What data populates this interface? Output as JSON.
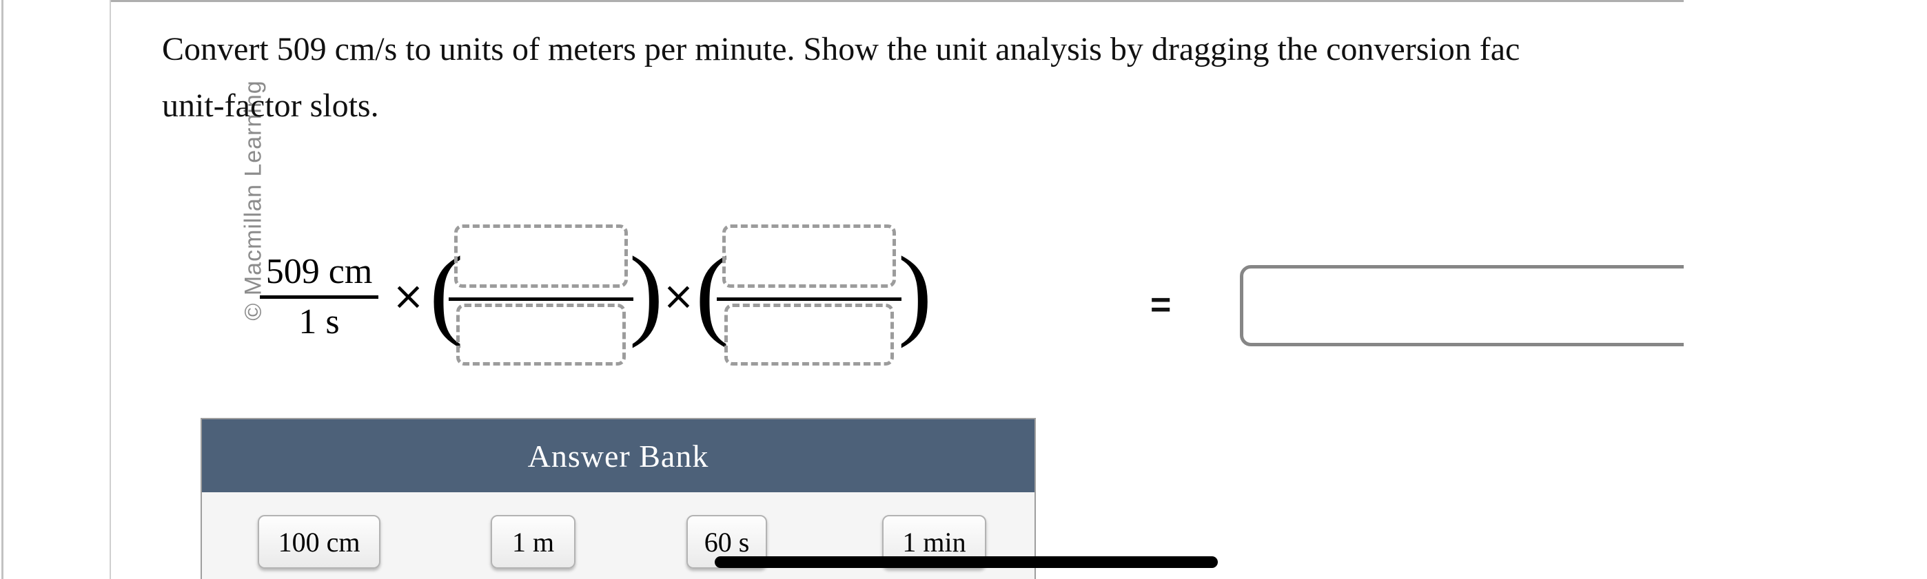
{
  "watermark": "© Macmillan Learning",
  "question": {
    "title_line1": "Convert 509 cm/s to units of meters per minute. Show the unit analysis by dragging the conversion fac",
    "title_line2": "unit-factor slots."
  },
  "formula": {
    "given_numerator": "509 cm",
    "given_denominator": "1 s",
    "multiply_sign": "×",
    "open_paren": "(",
    "close_paren": ")",
    "equals_sign": "=",
    "slot_groups": 2,
    "answer_value": ""
  },
  "answer_bank": {
    "header": "Answer Bank",
    "tiles": [
      "100 cm",
      "1 m",
      "60 s",
      "1 min"
    ]
  },
  "colors": {
    "bank_header_bg": "#4d6179",
    "bank_body_bg": "#f5f5f5",
    "tile_border": "#b3b3b3",
    "slot_border": "#9c9c9c",
    "answer_box_border": "#868686",
    "watermark": "#8c8c8c",
    "annotation_bar": "#000000"
  }
}
